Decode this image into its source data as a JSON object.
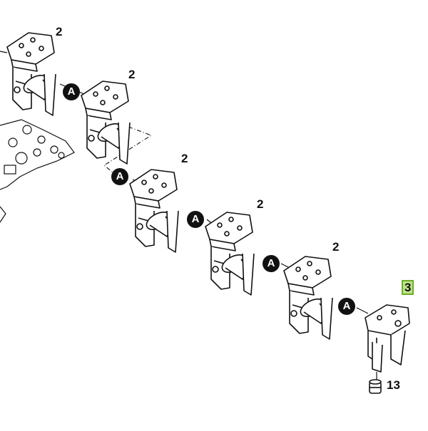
{
  "callouts": {
    "bracket_label": "2",
    "part_3": "3",
    "part_13": "13",
    "connector": "A"
  },
  "colors": {
    "line": "#111111",
    "highlight_fill": "#bfe38a",
    "highlight_border": "#6cae2a"
  }
}
